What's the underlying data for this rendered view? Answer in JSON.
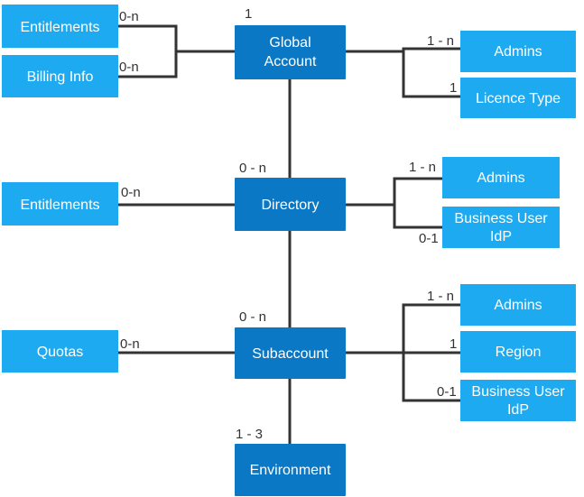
{
  "colors": {
    "core": "#0A78C4",
    "side": "#1EAAF1",
    "text": "#FFFFFF",
    "line": "#333333",
    "label": "#333333"
  },
  "boxes": {
    "global": [
      "Global",
      "Account"
    ],
    "directory": [
      "Directory"
    ],
    "subaccount": [
      "Subaccount"
    ],
    "environment": [
      "Environment"
    ],
    "entitlements_global": [
      "Entitlements"
    ],
    "billing": [
      "Billing Info"
    ],
    "admins_global": [
      "Admins"
    ],
    "licence": [
      "Licence Type"
    ],
    "entitlements_dir": [
      "Entitlements"
    ],
    "admins_dir": [
      "Admins"
    ],
    "bidp_dir": [
      "Business User",
      "IdP"
    ],
    "quotas": [
      "Quotas"
    ],
    "admins_sub": [
      "Admins"
    ],
    "region": [
      "Region"
    ],
    "bidp_sub": [
      "Business User",
      "IdP"
    ]
  },
  "cardinalities": {
    "global_top": "1",
    "entitlements_global": "0-n",
    "billing": "0-n",
    "admins_global": "1 - n",
    "licence": "1",
    "directory_top": "0 - n",
    "entitlements_dir": "0-n",
    "admins_dir": "1 - n",
    "bidp_dir": "0-1",
    "subaccount_top": "0 - n",
    "quotas": "0-n",
    "admins_sub": "1 - n",
    "region": "1",
    "bidp_sub": "0-1",
    "environment_top": "1 - 3"
  }
}
